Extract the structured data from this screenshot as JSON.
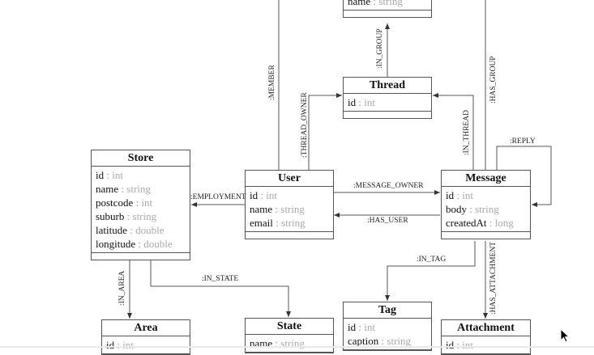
{
  "entities": [
    {
      "key": "group",
      "name": "",
      "attrs": [
        {
          "name": "name",
          "type": "string"
        }
      ]
    },
    {
      "key": "thread",
      "name": "Thread",
      "attrs": [
        {
          "name": "id",
          "type": "int"
        }
      ]
    },
    {
      "key": "store",
      "name": "Store",
      "attrs": [
        {
          "name": "id",
          "type": "int"
        },
        {
          "name": "name",
          "type": "string"
        },
        {
          "name": "postcode",
          "type": "int"
        },
        {
          "name": "suburb",
          "type": "string"
        },
        {
          "name": "latitude",
          "type": "double"
        },
        {
          "name": "longitude",
          "type": "double"
        }
      ]
    },
    {
      "key": "user",
      "name": "User",
      "attrs": [
        {
          "name": "id",
          "type": "int"
        },
        {
          "name": "name",
          "type": "string"
        },
        {
          "name": "email",
          "type": "string"
        }
      ]
    },
    {
      "key": "message",
      "name": "Message",
      "attrs": [
        {
          "name": "id",
          "type": "int"
        },
        {
          "name": "body",
          "type": "string"
        },
        {
          "name": "createdAt",
          "type": "long"
        }
      ]
    },
    {
      "key": "area",
      "name": "Area",
      "attrs": [
        {
          "name": "id",
          "type": "int"
        }
      ]
    },
    {
      "key": "state",
      "name": "State",
      "attrs": [
        {
          "name": "name",
          "type": "string"
        }
      ]
    },
    {
      "key": "tag",
      "name": "Tag",
      "attrs": [
        {
          "name": "id",
          "type": "int"
        },
        {
          "name": "caption",
          "type": "string"
        }
      ]
    },
    {
      "key": "attachment",
      "name": "Attachment",
      "attrs": [
        {
          "name": "id",
          "type": "int"
        }
      ]
    }
  ],
  "relationships": [
    {
      "key": "member",
      "label": ":MEMBER"
    },
    {
      "key": "in_group",
      "label": ":IN_GROUP"
    },
    {
      "key": "has_group",
      "label": ":HAS_GROUP"
    },
    {
      "key": "thread_owner",
      "label": ":THREAD_OWNER"
    },
    {
      "key": "in_thread",
      "label": ":IN_THREAD"
    },
    {
      "key": "reply",
      "label": ":REPLY"
    },
    {
      "key": "employment",
      "label": ":EMPLOYMENT"
    },
    {
      "key": "message_owner",
      "label": ":MESSAGE_OWNER"
    },
    {
      "key": "has_user",
      "label": ":HAS_USER"
    },
    {
      "key": "in_tag",
      "label": ":IN_TAG"
    },
    {
      "key": "has_attachment",
      "label": ":HAS_ATTACHMENT"
    },
    {
      "key": "in_area",
      "label": ":IN_AREA"
    },
    {
      "key": "in_state",
      "label": ":IN_STATE"
    }
  ],
  "cursor_icon": "mouse-pointer-icon"
}
